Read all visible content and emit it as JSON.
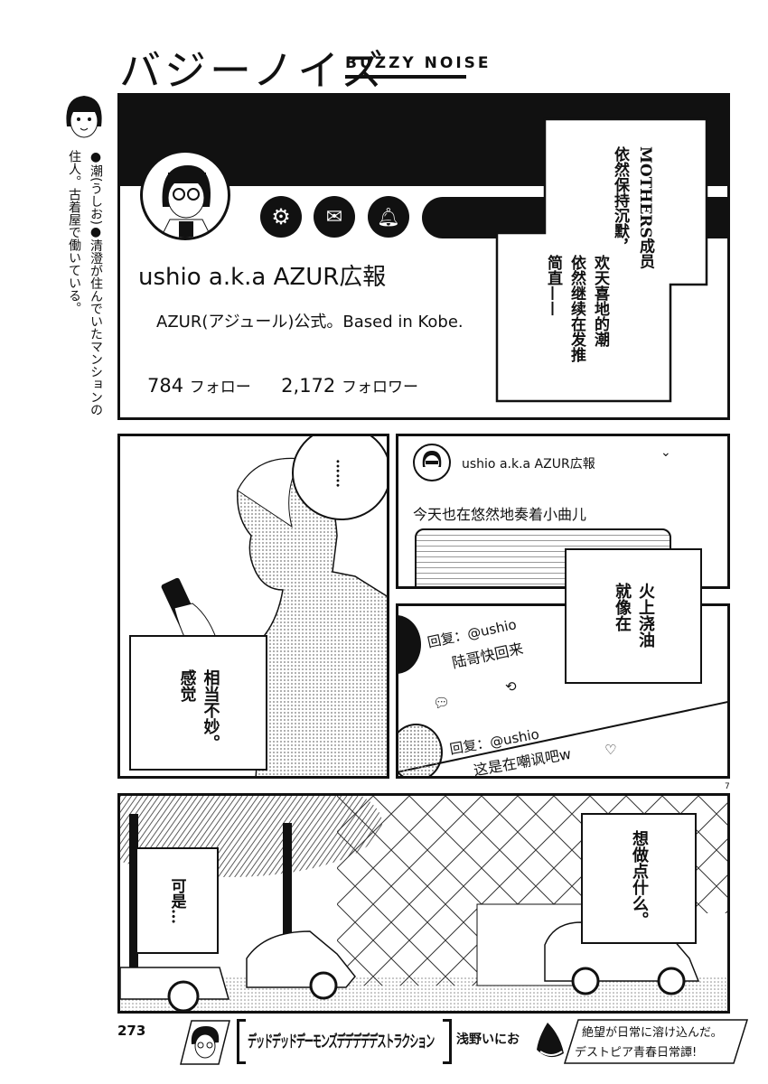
{
  "header": {
    "title_jp": "バジーノイズ",
    "title_en": "BUZZY NOISE"
  },
  "character_note": {
    "line1": "●潮(うしお)●清澄が住んでいたマンションの",
    "line2": "住人。古着屋で働いている。"
  },
  "profile": {
    "name": "ushio a.k.a AZUR広報",
    "bio": "AZUR(アジュール)公式。Based in Kobe.",
    "following_count": "784",
    "following_label": "フォロー",
    "followers_count": "2,172",
    "followers_label": "フォロワー",
    "icons": [
      "gear-icon",
      "mail-icon",
      "bell-plus-icon"
    ]
  },
  "captions": {
    "panel1": [
      "MOTHERS成员",
      "依然保持沉默，",
      "欢天喜地的潮",
      "依然继续在发推",
      "简直——"
    ],
    "bubble": "……",
    "panel2": [
      "感觉",
      "相当不妙。"
    ],
    "panel3": [
      "就像在",
      "火上浇油"
    ],
    "panel5_left": [
      "可是…"
    ],
    "panel5_right": [
      "想做点什么。"
    ]
  },
  "post": {
    "author": "ushio a.k.a AZUR広報",
    "text": "今天也在悠然地奏着小曲儿"
  },
  "replies": [
    {
      "to": "回复：@ushio",
      "text": "陆哥快回来"
    },
    {
      "to": "回复：@ushio",
      "text": "这是在嘲讽吧w"
    }
  ],
  "page_side_number": "7",
  "footer": {
    "page_number": "273",
    "next_title": "デッドデッドデーモンズデデデデデストラクション",
    "author": "浅野いにお",
    "blurb1": "絶望が日常に溶け込んだ。",
    "blurb2": "デストピア青春日常譚!"
  }
}
